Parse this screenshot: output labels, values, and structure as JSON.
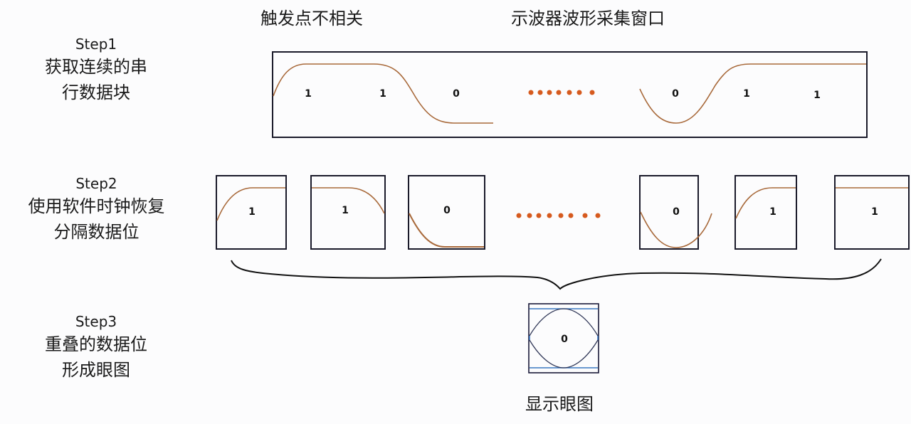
{
  "headers": {
    "trigger_note": "触发点不相关",
    "window_title": "示波器波形采集窗口"
  },
  "steps": [
    {
      "title": "Step1",
      "line1": "获取连续的串",
      "line2": "行数据块"
    },
    {
      "title": "Step2",
      "line1": "使用软件时钟恢复",
      "line2": "分隔数据位"
    },
    {
      "title": "Step3",
      "line1": "重叠的数据位",
      "line2": "形成眼图"
    }
  ],
  "step1_window": {
    "bits": [
      "1",
      "1",
      "0",
      "0",
      "1",
      "1"
    ],
    "ellipsis": "......"
  },
  "step2_boxes": {
    "bits": [
      "1",
      "1",
      "0",
      "0",
      "1",
      "1"
    ],
    "ellipsis": "......"
  },
  "eye_diagram": {
    "bit": "0",
    "caption": "显示眼图"
  },
  "colors": {
    "waveform": "#a8693a",
    "ellipsis_dot": "#d65a1e",
    "eye_outline": "#3a78c2",
    "box_border": "#1a1a2a"
  }
}
